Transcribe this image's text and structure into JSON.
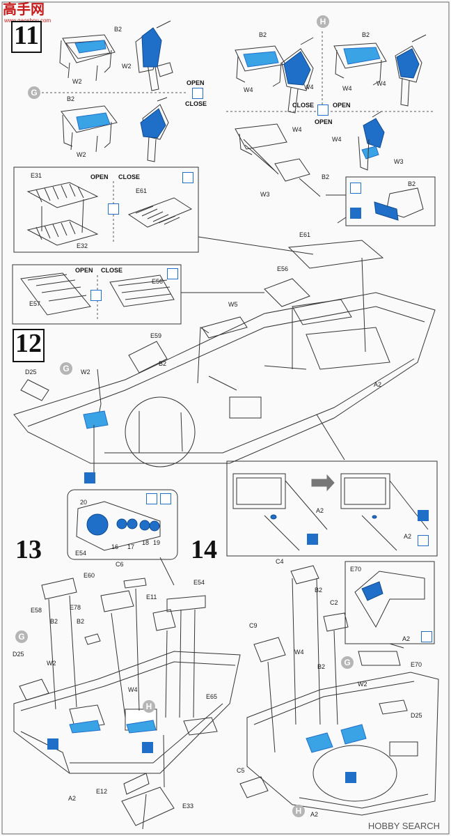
{
  "header": {
    "logo_text": "高手网",
    "logo_url": "www.gaoshou.com"
  },
  "steps": [
    "11",
    "12",
    "13",
    "14"
  ],
  "markers": [
    "G",
    "H"
  ],
  "open_label": "OPEN",
  "close_label": "CLOSE",
  "detail_numbers": [
    "20",
    "16",
    "17",
    "18",
    "19"
  ],
  "watermark": "HOBBY SEARCH",
  "parts": {
    "B2": "B2",
    "W2": "W2",
    "W3": "W3",
    "W4": "W4",
    "W5": "W5",
    "E11": "E11",
    "E12": "E12",
    "E31": "E31",
    "E32": "E32",
    "E33": "E33",
    "E54": "E54",
    "E56": "E56",
    "E57": "E57",
    "E58": "E58",
    "E59": "E59",
    "E60": "E60",
    "E61": "E61",
    "E65": "E65",
    "E70": "E70",
    "E78": "E78",
    "A2": "A2",
    "C2": "C2",
    "C4": "C4",
    "C5": "C5",
    "C6": "C6",
    "C9": "C9",
    "D25": "D25"
  }
}
